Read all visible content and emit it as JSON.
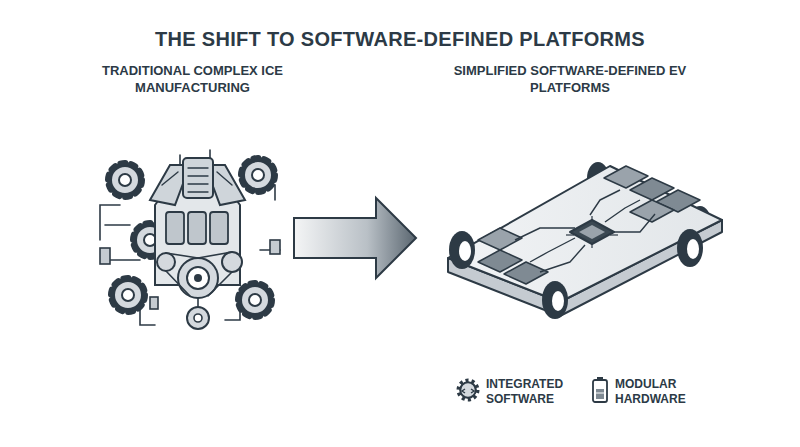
{
  "diagram": {
    "title": "THE SHIFT TO SOFTWARE-DEFINED PLATFORMS",
    "nodes": [
      {
        "text": [
          "TRADITIONAL COMPLEX ICE MANUFACTURING"
        ]
      },
      {
        "text": [
          "SIMPLIFIED SOFTWARE-DEFINED EV PLATFORMS"
        ]
      }
    ],
    "edges": [
      {
        "from": 0,
        "to": 1,
        "arrow": "to"
      }
    ],
    "legend": [
      {
        "text": "INTEGRATED SOFTWARE"
      },
      {
        "text": "MODULAR HARDWARE"
      }
    ]
  }
}
